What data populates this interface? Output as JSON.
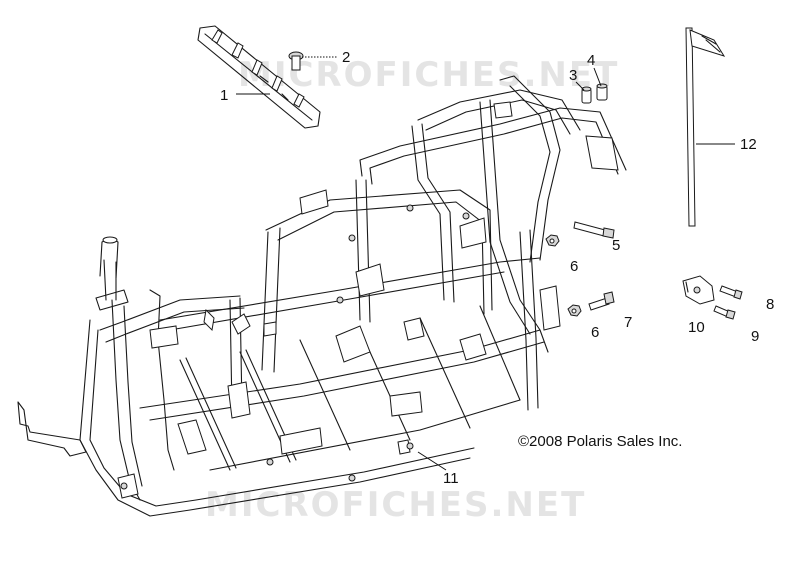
{
  "watermark": {
    "top": "MICROFICHES.NET",
    "bottom": "MICROFICHES.NET"
  },
  "copyright": "©2008 Polaris Sales Inc.",
  "callouts": [
    "1",
    "2",
    "3",
    "4",
    "5",
    "6",
    "6",
    "7",
    "8",
    "9",
    "10",
    "11",
    "12"
  ]
}
